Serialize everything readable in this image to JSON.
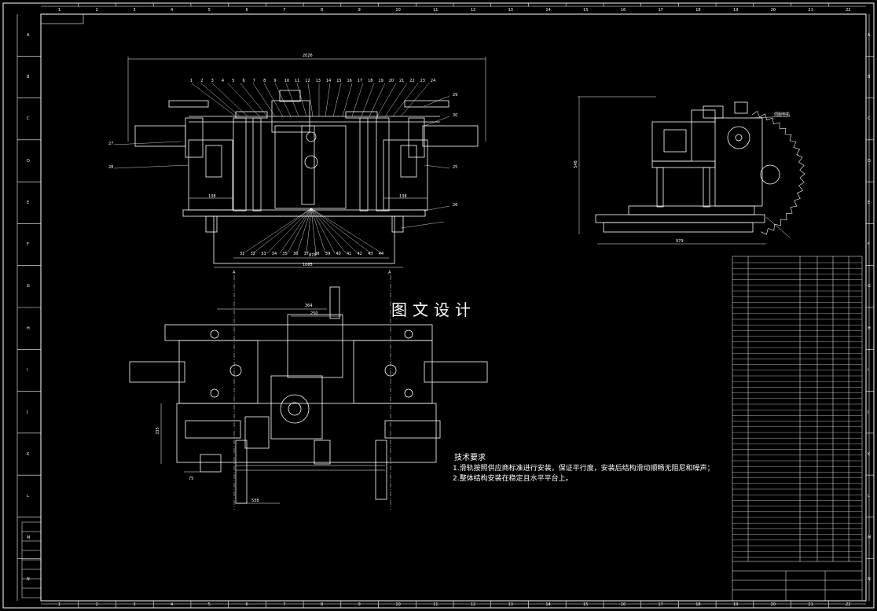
{
  "drawing": {
    "watermark": "图文设计",
    "colors": {
      "background": "#000000",
      "line": "#ffffff",
      "accent": "#b0b0b0"
    },
    "tech_requirements": {
      "title": "技术要求",
      "lines": [
        "1.滑轨按照供应商标准进行安装，保证平行度，安装后结构滑动顺畅无阻尼和噪声；",
        "2.整体结构安装在稳定且水平平台上。"
      ]
    },
    "border": {
      "columns": [
        "1",
        "2",
        "3",
        "4",
        "5",
        "6",
        "7",
        "8",
        "9",
        "10",
        "11",
        "12",
        "13",
        "14",
        "15",
        "16",
        "17",
        "18",
        "19",
        "20",
        "21",
        "22"
      ],
      "rows": [
        "A",
        "B",
        "C",
        "D",
        "E",
        "F",
        "G",
        "H",
        "I",
        "J",
        "K",
        "L",
        "M",
        "N"
      ]
    },
    "front_view": {
      "overall_width": "2026",
      "base_width": "1065",
      "inner_width": "870",
      "left_offset": "138",
      "right_offset": "138",
      "top_balloons": [
        "1",
        "2",
        "3",
        "4",
        "5",
        "6",
        "7",
        "8",
        "9",
        "10",
        "11",
        "12",
        "13",
        "14",
        "15",
        "16",
        "17",
        "18",
        "19",
        "20",
        "21",
        "22",
        "23",
        "24"
      ],
      "bottom_balloons": [
        "31",
        "32",
        "33",
        "34",
        "35",
        "36",
        "37",
        "38",
        "39",
        "40",
        "41",
        "42",
        "43",
        "44"
      ],
      "side_balloons": [
        "27",
        "28",
        "29",
        "30",
        "25",
        "26"
      ]
    },
    "side_view": {
      "height": "548",
      "width": "979",
      "label": "伺服电机"
    },
    "plan_view": {
      "dim_a": "364",
      "dim_b": "250",
      "dim_c": "335",
      "dim_d": "75",
      "dim_e": "538",
      "section_markers": [
        "A",
        "A"
      ]
    }
  }
}
